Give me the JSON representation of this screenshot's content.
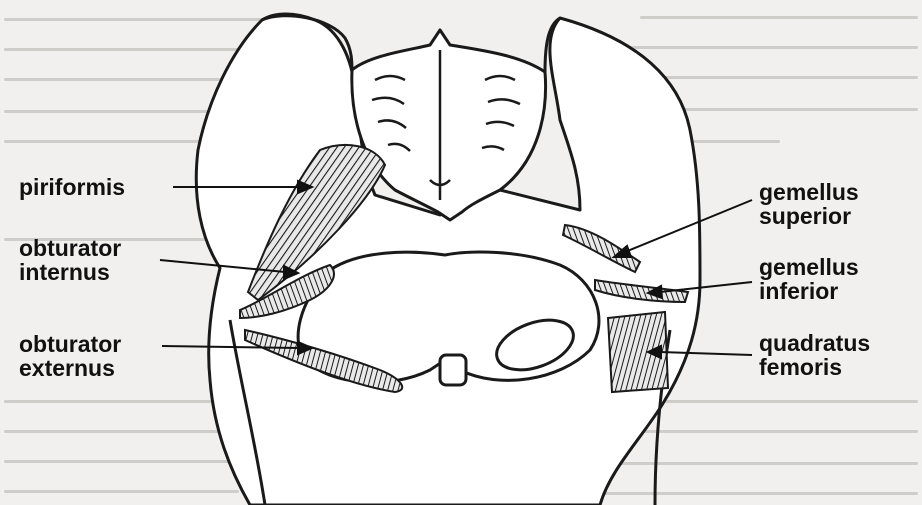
{
  "labels": {
    "piriformis": "piriformis",
    "obturator_internus": [
      "obturator",
      "internus"
    ],
    "obturator_externus": [
      "obturator",
      "externus"
    ],
    "gemellus_superior": [
      "gemellus",
      "superior"
    ],
    "gemellus_inferior": [
      "gemellus",
      "inferior"
    ],
    "quadratus_femoris": [
      "quadratus",
      "femoris"
    ]
  }
}
